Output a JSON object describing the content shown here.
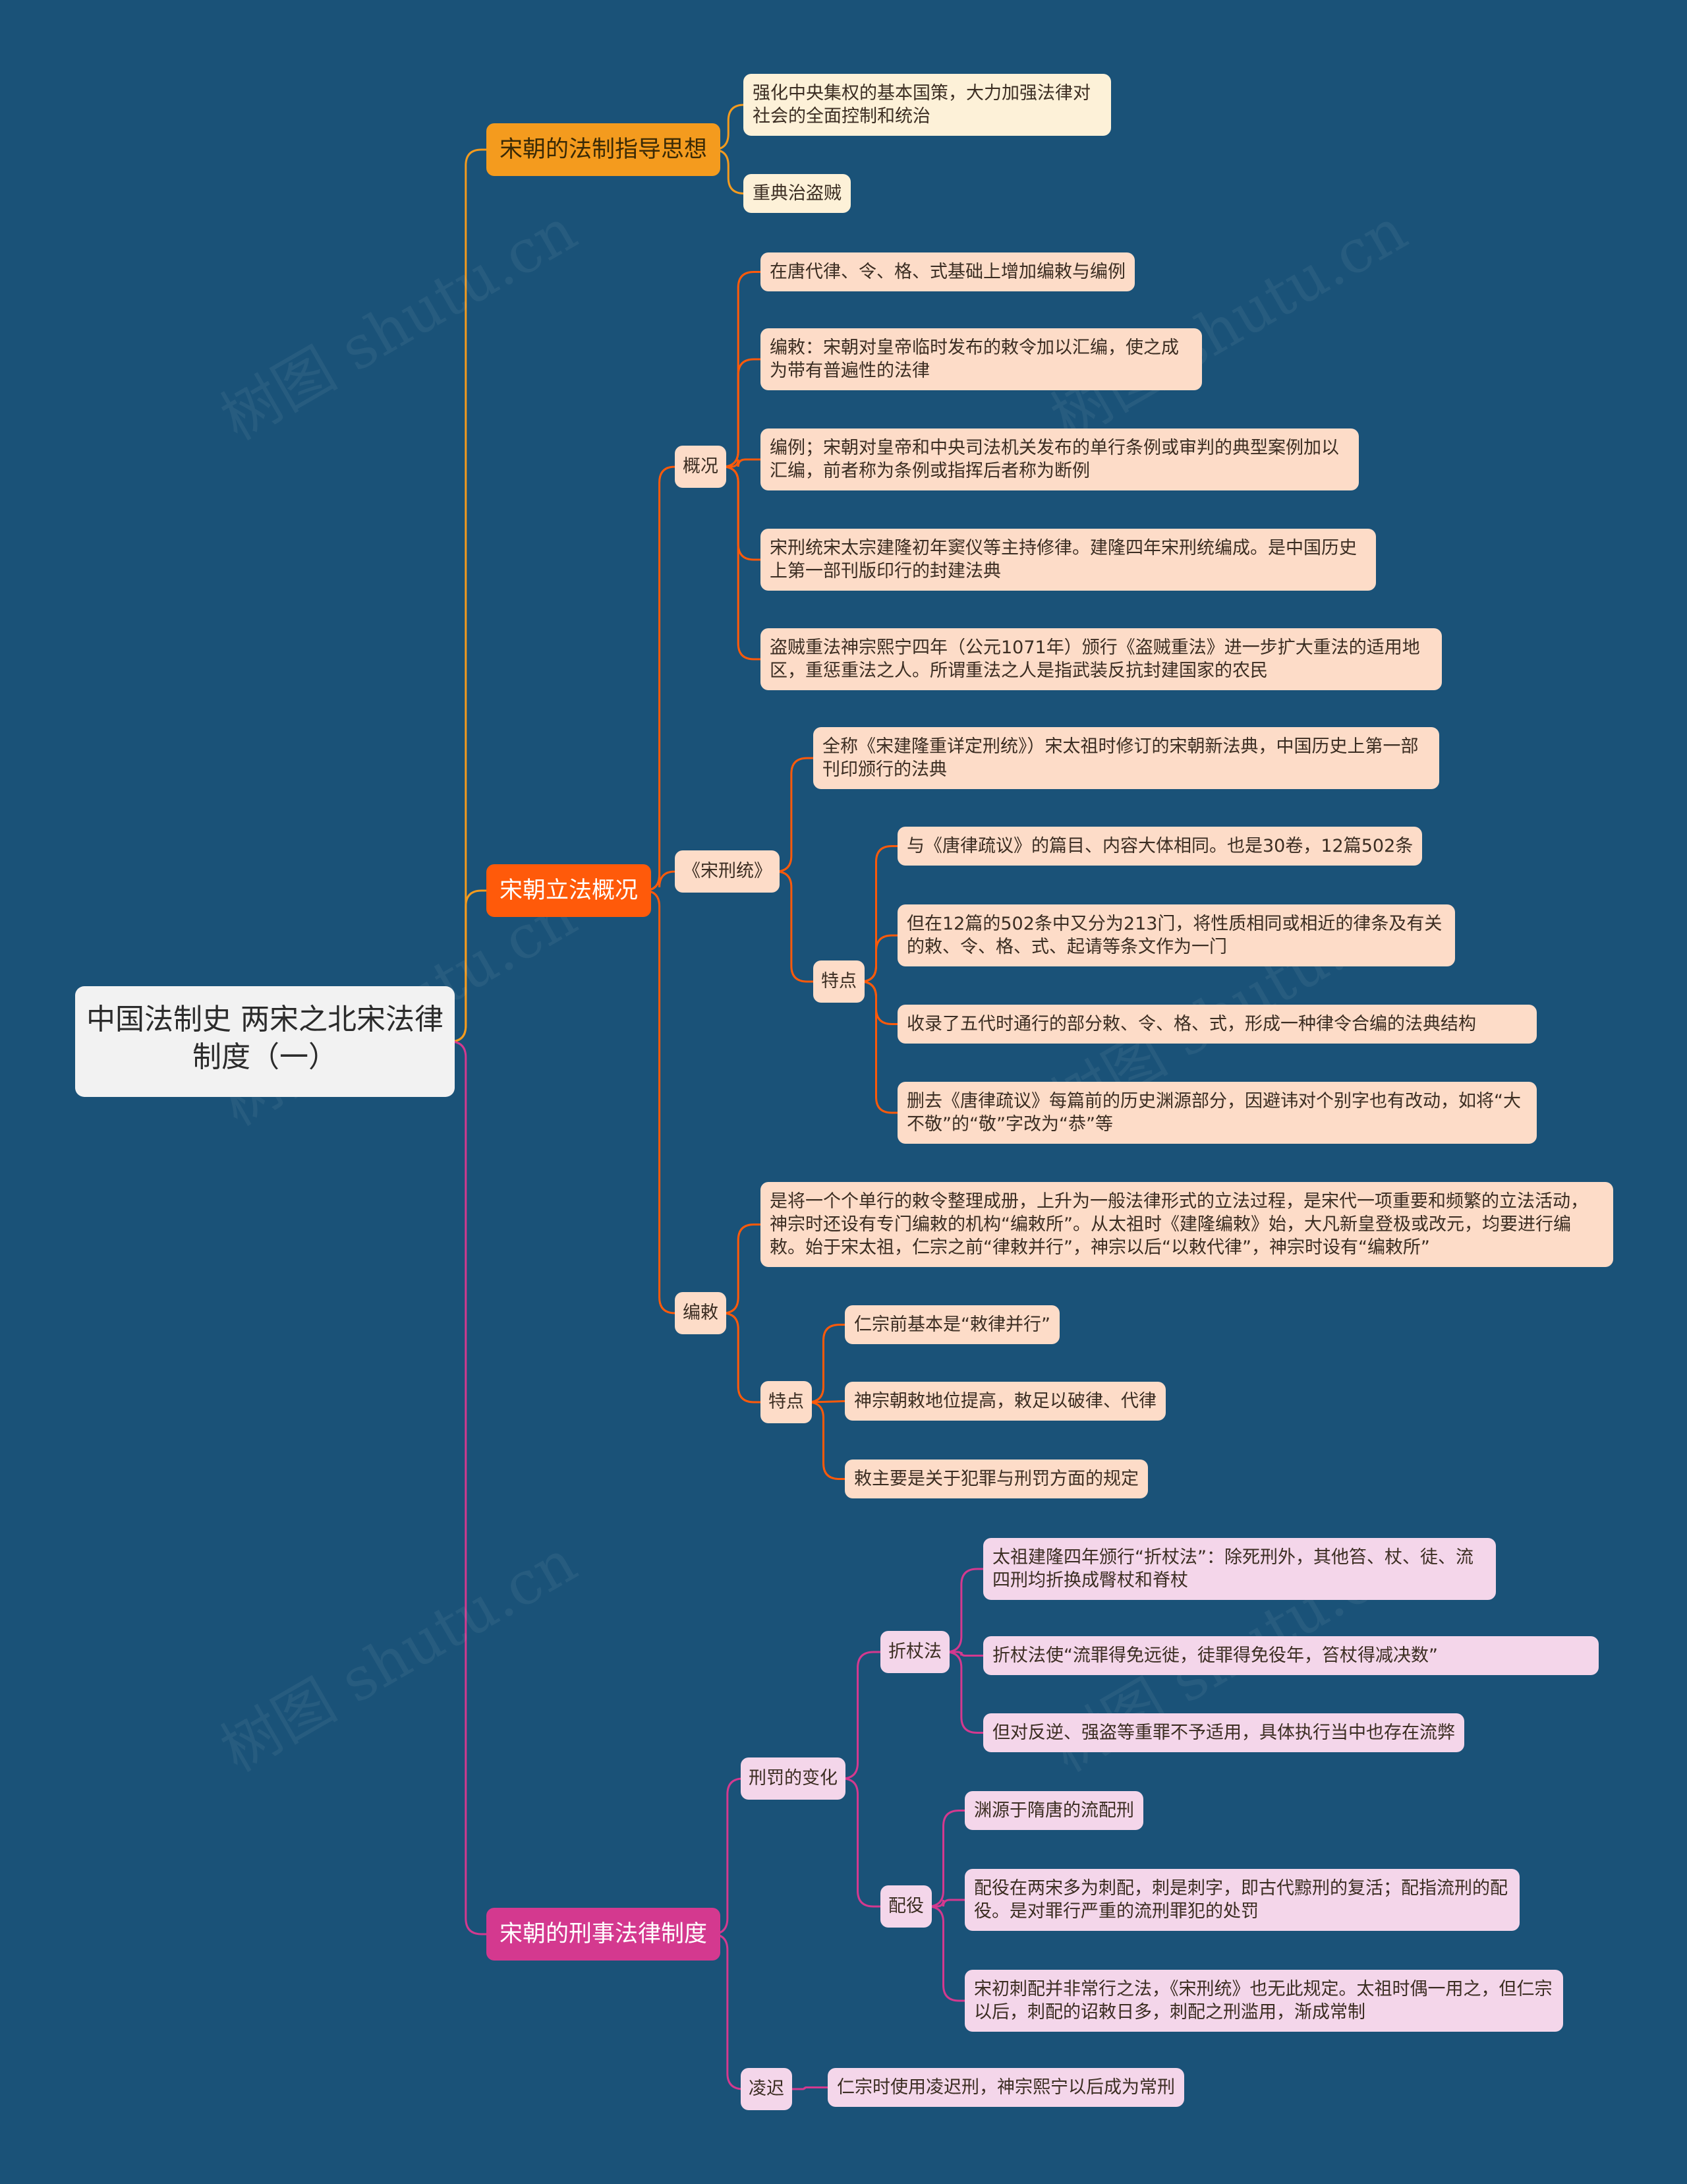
{
  "root": {
    "title": "中国法制史  两宋之北宋法律制度（一）"
  },
  "branches": {
    "guiding": {
      "label": "宋朝的法制指导思想",
      "items": [
        "强化中央集权的基本国策，大力加强法律对社会的全面控制和统治",
        "重典治盗贼"
      ]
    },
    "legislation": {
      "label": "宋朝立法概况",
      "overview": {
        "label": "概况",
        "items": [
          "在唐代律、令、格、式基础上增加编敕与编例",
          "编敕：宋朝对皇帝临时发布的敕令加以汇编，使之成为带有普遍性的法律",
          "编例；宋朝对皇帝和中央司法机关发布的单行条例或审判的典型案例加以汇编，前者称为条例或指挥后者称为断例",
          "宋刑统宋太宗建隆初年窦仪等主持修律。建隆四年宋刑统编成。是中国历史上第一部刊版印行的封建法典",
          "盗贼重法神宗熙宁四年（公元1071年）颁行《盗贼重法》进一步扩大重法的适用地区，重惩重法之人。所谓重法之人是指武装反抗封建国家的农民"
        ]
      },
      "songxingtong": {
        "label": "《宋刑统》",
        "full": "全称《宋建隆重详定刑统》）宋太祖时修订的宋朝新法典，中国历史上第一部刊印颁行的法典",
        "features_label": "特点",
        "features": [
          "与《唐律疏议》的篇目、内容大体相同。也是30卷，12篇502条",
          "但在12篇的502条中又分为213门，将性质相同或相近的律条及有关的敕、令、格、式、起请等条文作为一门",
          "收录了五代时通行的部分敕、令、格、式，形成一种律令合编的法典结构",
          "删去《唐律疏议》每篇前的历史渊源部分，因避讳对个别字也有改动，如将“大不敬”的“敬”字改为“恭”等"
        ]
      },
      "bianchi": {
        "label": "编敕",
        "desc": "是将一个个单行的敕令整理成册，上升为一般法律形式的立法过程，是宋代一项重要和频繁的立法活动，神宗时还设有专门编敕的机构“编敕所”。从太祖时《建隆编敕》始，大凡新皇登极或改元，均要进行编敕。始于宋太祖，仁宗之前“律敕并行”，神宗以后“以敕代律”，神宗时设有“编敕所”",
        "features_label": "特点",
        "features": [
          "仁宗前基本是“敕律并行”",
          "神宗朝敕地位提高，敕足以破律、代律",
          "敕主要是关于犯罪与刑罚方面的规定"
        ]
      }
    },
    "criminal": {
      "label": "宋朝的刑事法律制度",
      "change": {
        "label": "刑罚的变化",
        "zhezhang": {
          "label": "折杖法",
          "items": [
            "太祖建隆四年颁行“折杖法”：除死刑外，其他笞、杖、徒、流四刑均折换成臀杖和脊杖",
            "折杖法使“流罪得免远徙，徒罪得免役年，笞杖得减决数”",
            "但对反逆、强盗等重罪不予适用，具体执行当中也存在流弊"
          ]
        },
        "peiyi": {
          "label": "配役",
          "items": [
            "渊源于隋唐的流配刑",
            "配役在两宋多为刺配，刺是刺字，即古代黥刑的复活；配指流刑的配役。是对罪行严重的流刑罪犯的处罚",
            "宋初刺配并非常行之法，《宋刑统》也无此规定。太祖时偶一用之，但仁宗以后，刺配的诏敕日多，刺配之刑滥用，渐成常制"
          ]
        }
      },
      "lingchi": {
        "label": "凌迟",
        "item": "仁宗时使用凌迟刑，神宗熙宁以后成为常刑"
      }
    }
  },
  "watermark": "树图 shutu.cn",
  "colors": {
    "background": "#1a5278",
    "orange": "#f49b1e",
    "red": "#ff5a0a",
    "pink": "#d4398f"
  }
}
